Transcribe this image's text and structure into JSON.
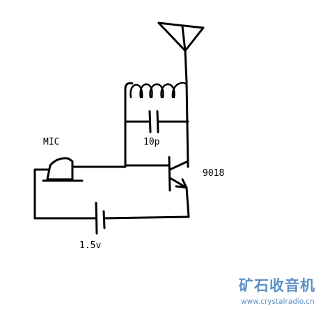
{
  "labels": {
    "mic": "MIC",
    "capacitor": "10p",
    "transistor": "9018",
    "battery": "1.5v"
  },
  "watermark": {
    "chinese": "矿石收音机",
    "url": "www.crystalradio.cn"
  },
  "colors": {
    "wire": "#000000",
    "background": "#ffffff",
    "watermark": "#5b8fc7"
  }
}
